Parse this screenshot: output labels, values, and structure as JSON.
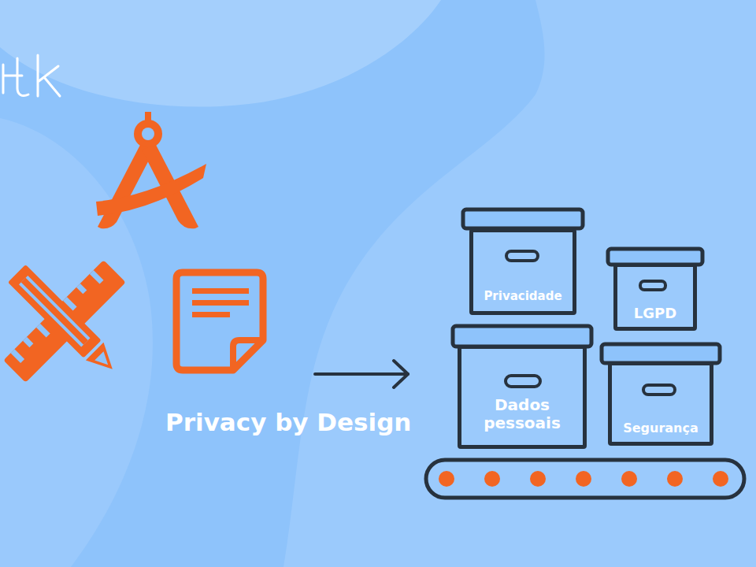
{
  "diagram": {
    "nodes": [
      {
        "text": [
          "Privacidade"
        ]
      },
      {
        "text": [
          "LGPD"
        ]
      },
      {
        "text": [
          "Dados pessoais"
        ]
      },
      {
        "text": [
          "Segurança"
        ]
      }
    ],
    "labels": [
      "Privacy by Design"
    ]
  }
}
